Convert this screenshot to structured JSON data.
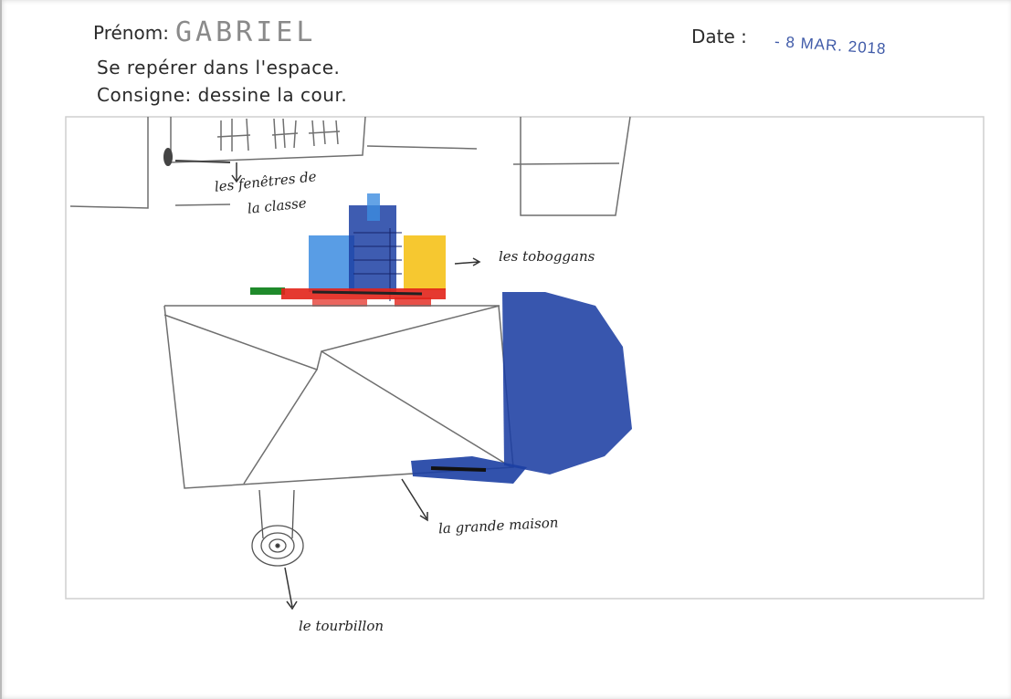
{
  "header": {
    "name_label": "Prénom:",
    "name_value": "GABRIEL",
    "line2": "Se repérer dans l'espace.",
    "line3": "Consigne: dessine la cour.",
    "date_label": "Date :",
    "date_stamp": "- 8 MAR. 2018"
  },
  "annotations": {
    "windows_line1": "les fenêtres de",
    "windows_line2": "la classe",
    "slides": "les toboggans",
    "house": "la grande maison",
    "swirl": "le tourbillon"
  },
  "colors": {
    "pencil": "#6f6f6f",
    "blue_dark": "#1c3fa3",
    "blue_light": "#3c8ce0",
    "yellow": "#f5c21a",
    "red": "#e2231a",
    "green": "#1f8a2b",
    "stamp": "#3f5aa8"
  }
}
